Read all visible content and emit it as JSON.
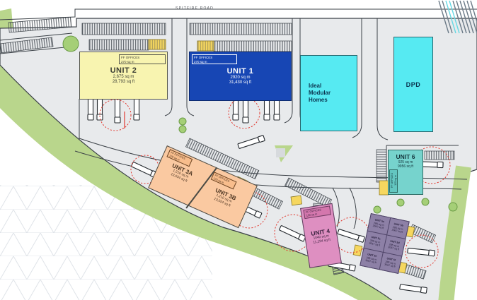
{
  "road": {
    "name": "SPITFIRE ROAD"
  },
  "units": {
    "unit2": {
      "name": "UNIT 2",
      "area_m": "2,675 sq m",
      "area_ft": "28,793 sq ft",
      "offices": "FF OFFICES",
      "offices_area": "270 sq m"
    },
    "unit1": {
      "name": "UNIT 1",
      "area_m": "2920 sq m",
      "area_ft": "31,430 sq ft",
      "offices": "FF OFFICES",
      "offices_area": "270 sq m"
    },
    "ideal": {
      "lines": [
        "Ideal",
        "Modular",
        "Homes"
      ]
    },
    "dpd": {
      "name": "DPD"
    },
    "unit3a": {
      "name": "UNIT 3A",
      "area_m": "1,210 sq m",
      "area_ft": "13,024 sq ft",
      "offices": "FF OFFICES",
      "offices_area": "120 sq m"
    },
    "unit3b": {
      "name": "UNIT 3B",
      "area_m": "1,210 sq m",
      "area_ft": "13,024 sq ft",
      "offices": "FF OFFICES",
      "offices_area": "120 sq m"
    },
    "unit4": {
      "name": "UNIT 4",
      "area_m": "1040 sq m",
      "area_ft": "11,194 sq ft",
      "offices": "FF OFFICES",
      "offices_area": "150 sq m"
    },
    "unit6": {
      "name": "UNIT 6",
      "area_m": "925 sq m",
      "area_ft": "9956 sq ft",
      "offices": "FF OFFICES",
      "offices_area": "125 sq m"
    },
    "unit5": {
      "cells": [
        {
          "name": "UNIT 5a",
          "area_m": "285 sq m",
          "area_ft": "3067 sq ft"
        },
        {
          "name": "UNIT 5b",
          "area_m": "285 sq m",
          "area_ft": "3067 sq ft"
        },
        {
          "name": "UNIT 5c",
          "area_m": "285 sq m",
          "area_ft": "3067 sq ft"
        },
        {
          "name": "UNIT 5d",
          "area_m": "285 sq m",
          "area_ft": "3067 sq ft"
        },
        {
          "name": "UNIT 5e",
          "area_m": "285 sq m",
          "area_ft": "3067 sq ft"
        },
        {
          "name": "UNIT 5f",
          "area_m": "285 sq m",
          "area_ft": "3067 sq ft"
        }
      ]
    }
  },
  "colors": {
    "unit1_blue": "#1746b4",
    "unit2_yellow": "#f8f4b0",
    "cyan": "#56eaf2",
    "orange": "#fac9a1",
    "pink": "#de8fc1",
    "purple": "#8d80a6",
    "teal": "#76d3cd",
    "landscaping_green": "#b9d68c",
    "paving_grey": "#e8eaec",
    "turning_circle_red": "#e23b32",
    "dock_yellow": "#f6d75f"
  }
}
